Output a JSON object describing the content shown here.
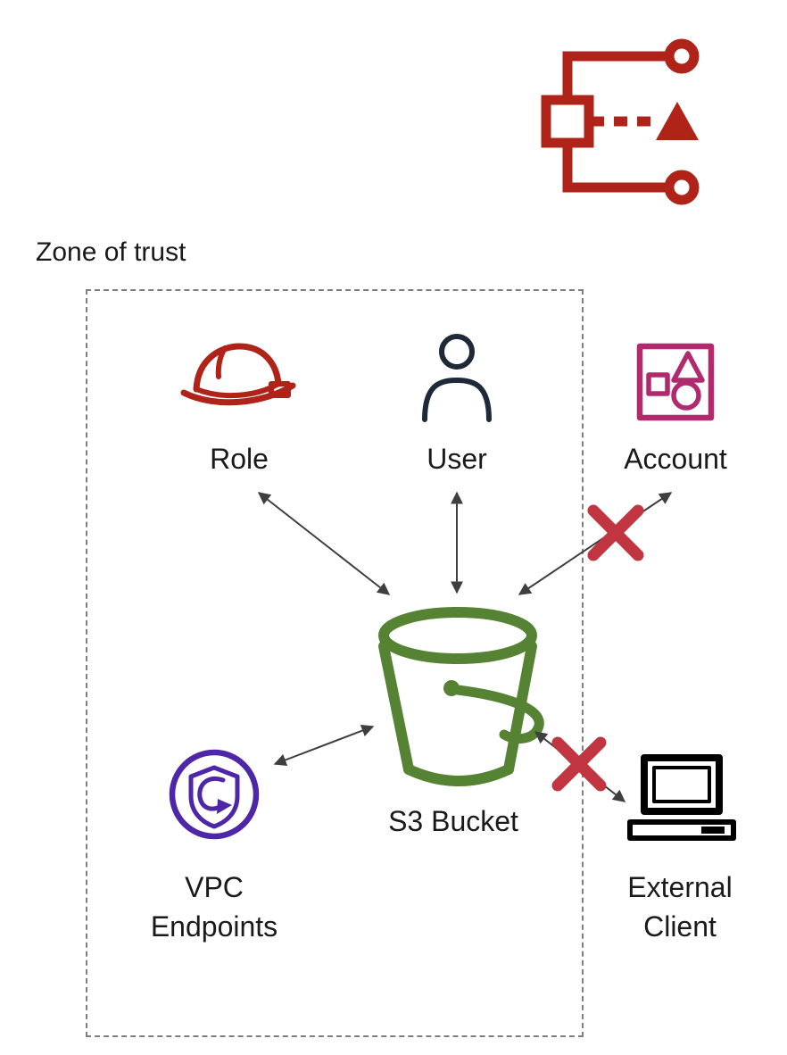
{
  "diagram": {
    "zone_label": "Zone of trust",
    "nodes": {
      "role": {
        "label": "Role",
        "icon": "hard-hat-role-icon"
      },
      "user": {
        "label": "User",
        "icon": "person-user-icon"
      },
      "account": {
        "label": "Account",
        "icon": "account-shapes-icon"
      },
      "s3_bucket": {
        "label": "S3 Bucket",
        "icon": "s3-bucket-icon"
      },
      "vpc_endpoints": {
        "label_line1": "VPC",
        "label_line2": "Endpoints",
        "icon": "vpc-endpoints-shield-icon"
      },
      "external_client": {
        "label_line1": "External",
        "label_line2": "Client",
        "icon": "laptop-client-icon"
      }
    },
    "decoration": {
      "icon": "workflow-tree-icon"
    },
    "connections": [
      {
        "from": "s3_bucket",
        "to": "role",
        "allowed": true
      },
      {
        "from": "s3_bucket",
        "to": "user",
        "allowed": true
      },
      {
        "from": "s3_bucket",
        "to": "account",
        "allowed": false
      },
      {
        "from": "s3_bucket",
        "to": "vpc_endpoints",
        "allowed": true
      },
      {
        "from": "s3_bucket",
        "to": "external_client",
        "allowed": false
      }
    ],
    "colors": {
      "workflow_icon": "#AF2318",
      "role_icon": "#AF2318",
      "user_icon": "#1F2A38",
      "account_icon": "#B12A6E",
      "bucket_icon": "#568234",
      "vpc_icon": "#4D27A8",
      "client_icon": "#000000",
      "deny_x": "#C13540",
      "arrow": "#3F3F3F",
      "zone_border": "#7F7F7F",
      "text": "#1A1A1A"
    }
  }
}
